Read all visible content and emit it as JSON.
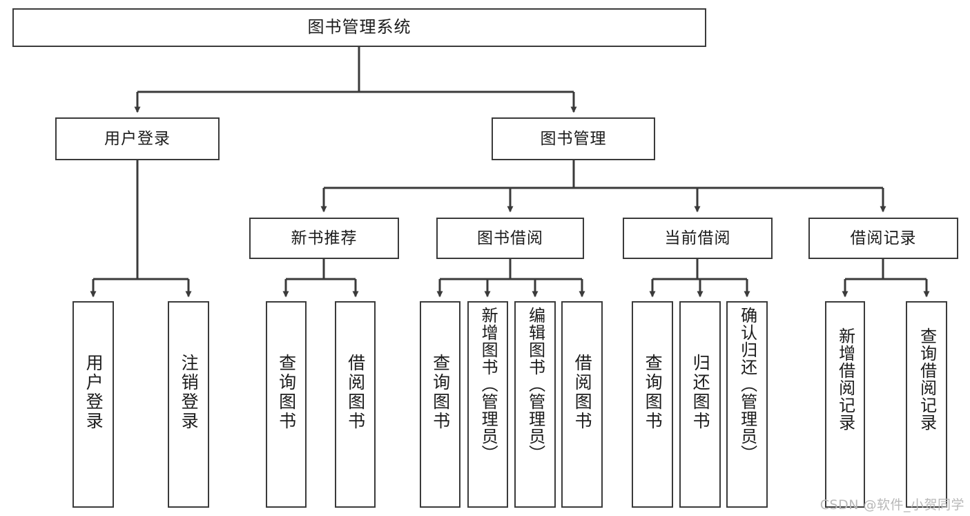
{
  "diagram": {
    "title": "图书管理系统",
    "type": "tree-structure-chart",
    "watermark": "CSDN @软件_小贺同学",
    "colors": {
      "background": "#ffffff",
      "node_border": "#3a3a3a",
      "node_fill": "#ffffff",
      "edge": "#3a3a3a",
      "text": "#1b1b1b",
      "watermark": "#b8b8b8"
    },
    "nodes": {
      "root": {
        "label": "图书管理系统"
      },
      "level2": [
        {
          "label": "用户登录"
        },
        {
          "label": "图书管理"
        }
      ],
      "level3": [
        {
          "label": "新书推荐"
        },
        {
          "label": "图书借阅"
        },
        {
          "label": "当前借阅"
        },
        {
          "label": "借阅记录"
        }
      ],
      "leaves": {
        "user_login": [
          {
            "label": "用户登录"
          },
          {
            "label": "注销登录"
          }
        ],
        "new_book_recommend": [
          {
            "label": "查询图书"
          },
          {
            "label": "借阅图书"
          }
        ],
        "book_borrow": [
          {
            "label": "查询图书"
          },
          {
            "label": "新增图书（管理员）"
          },
          {
            "label": "编辑图书（管理员）"
          },
          {
            "label": "借阅图书"
          }
        ],
        "current_borrow": [
          {
            "label": "查询图书"
          },
          {
            "label": "归还图书"
          },
          {
            "label": "确认归还（管理员）"
          }
        ],
        "borrow_record": [
          {
            "label": "新增借阅记录"
          },
          {
            "label": "查询借阅记录"
          }
        ]
      }
    }
  }
}
